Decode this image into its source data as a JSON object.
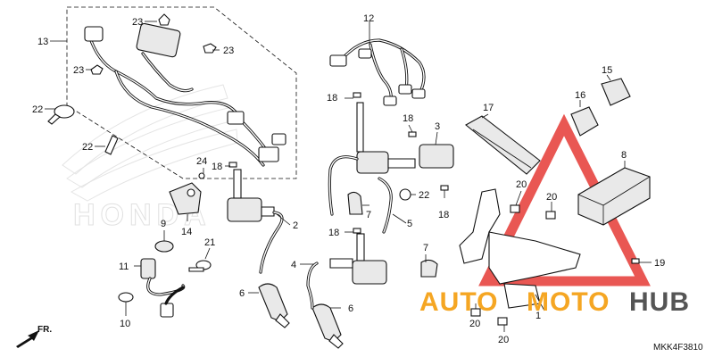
{
  "diagram": {
    "drawing_code": "MKK4F3810",
    "direction_label": "FR.",
    "watermark_brand": "HONDA",
    "callouts": {
      "c1": "1",
      "c2": "2",
      "c3": "3",
      "c4": "4",
      "c5": "5",
      "c6a": "6",
      "c6b": "6",
      "c7a": "7",
      "c7b": "7",
      "c8": "8",
      "c9": "9",
      "c10": "10",
      "c11": "11",
      "c12": "12",
      "c13": "13",
      "c14": "14",
      "c15": "15",
      "c16": "16",
      "c17": "17",
      "c18a": "18",
      "c18b": "18",
      "c18c": "18",
      "c18d": "18",
      "c18e": "18",
      "c19": "19",
      "c20a": "20",
      "c20b": "20",
      "c20c": "20",
      "c20d": "20",
      "c21": "21",
      "c22a": "22",
      "c22b": "22",
      "c22c": "22",
      "c23a": "23",
      "c23b": "23",
      "c23c": "23",
      "c24": "24"
    }
  },
  "logo": {
    "text_primary": "AUTO",
    "text_mid": "MOTO",
    "text_secondary": "HUB",
    "accent_color": "#f5a623",
    "secondary_color": "#555555",
    "triangle_color": "#e53935"
  }
}
